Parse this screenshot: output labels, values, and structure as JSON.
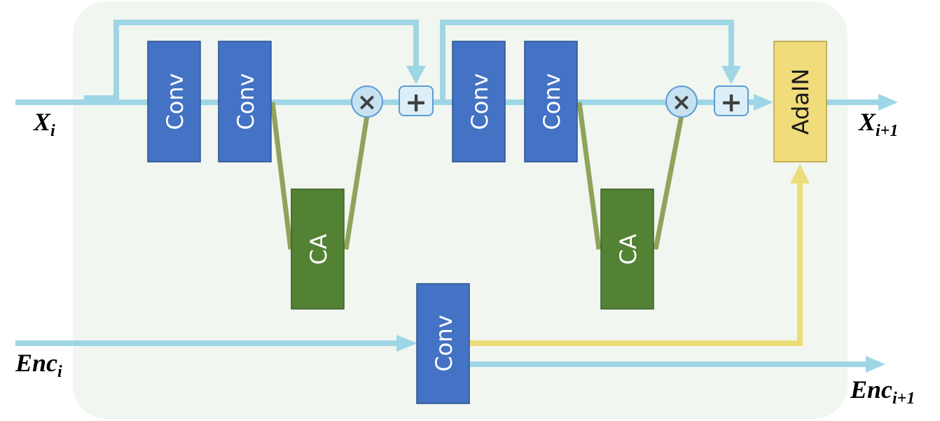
{
  "blocks": {
    "conv1": "Conv",
    "conv2": "Conv",
    "ca1": "CA",
    "conv3": "Conv",
    "conv4": "Conv",
    "ca2": "CA",
    "conv_enc": "Conv",
    "adain": "AdaIN"
  },
  "operators": {
    "multiply": "×",
    "add": "+"
  },
  "io": {
    "x_in": {
      "main": "X",
      "sub": "i"
    },
    "x_out": {
      "main": "X",
      "sub": "i+1"
    },
    "enc_in": {
      "main": "Enc",
      "sub": "i"
    },
    "enc_out": {
      "main": "Enc",
      "sub": "i+1"
    }
  },
  "colors": {
    "panel": "#f1f6f0",
    "flow_line": "#9fd6e6",
    "conv": "#4472c4",
    "ca": "#548235",
    "attention_line": "#8fa35b",
    "adain": "#f0dc7a",
    "adain_line": "#ecdd78",
    "op_circle": "#c6e2f1",
    "op_box": "#dceef7"
  }
}
